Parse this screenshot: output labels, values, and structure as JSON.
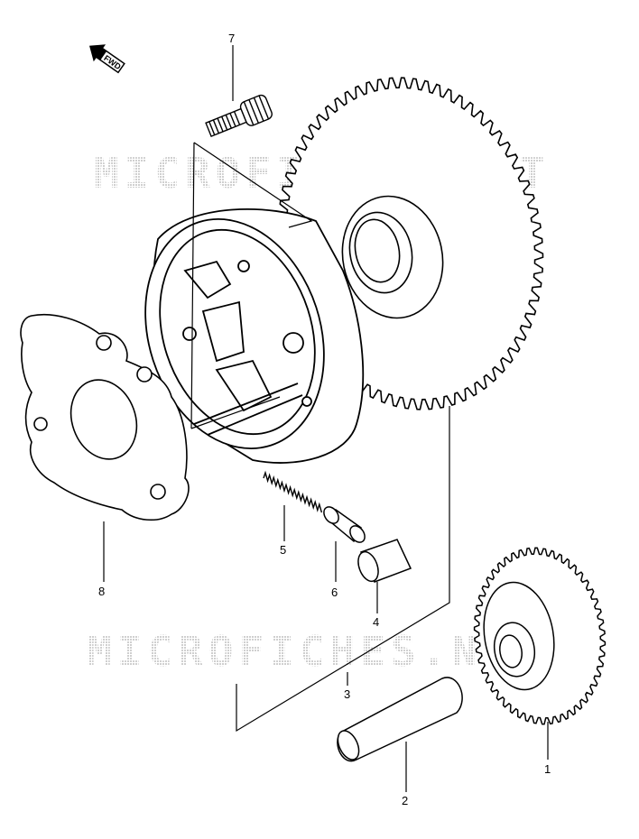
{
  "fwd_label": "FWD",
  "watermark": "MICROFICHES.NET",
  "callouts": [
    "1",
    "2",
    "3",
    "4",
    "5",
    "6",
    "7",
    "8"
  ],
  "colors": {
    "line": "#000000",
    "watermark": "#d7d7d7",
    "background": "#ffffff"
  }
}
